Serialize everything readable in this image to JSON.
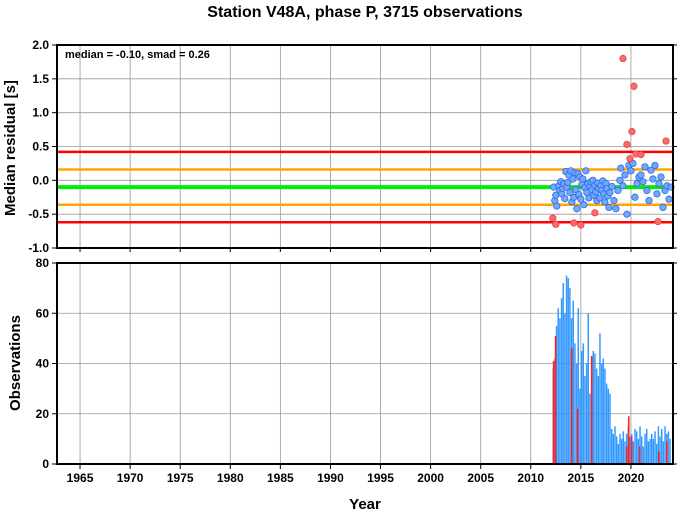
{
  "chart_data": [
    {
      "type": "scatter",
      "title": "Station V48A, phase P, 3715 observations",
      "xlabel": "",
      "ylabel": "Median residual [s]",
      "xlim": [
        1962.7,
        2024.2
      ],
      "ylim": [
        -1.0,
        2.0
      ],
      "grid": true,
      "yticks": [
        "-1.0",
        "-0.5",
        "0.0",
        "0.5",
        "1.0",
        "1.5",
        "2.0"
      ],
      "annotation": "median = -0.10, smad = 0.26",
      "hlines": [
        {
          "y": 0.42,
          "color": "#ff0000"
        },
        {
          "y": -0.62,
          "color": "#ff0000"
        },
        {
          "y": 0.16,
          "color": "#ffa500"
        },
        {
          "y": -0.36,
          "color": "#ffa500"
        },
        {
          "y": -0.1,
          "color": "#00ee00"
        }
      ],
      "series": [
        {
          "name": "within",
          "color": "#6fa8ff",
          "points": [
            [
              2012.3,
              -0.1
            ],
            [
              2012.4,
              -0.3
            ],
            [
              2012.5,
              -0.22
            ],
            [
              2012.6,
              -0.38
            ],
            [
              2012.8,
              -0.08
            ],
            [
              2012.9,
              -0.15
            ],
            [
              2013.0,
              -0.02
            ],
            [
              2013.1,
              -0.2
            ],
            [
              2013.2,
              -0.12
            ],
            [
              2013.3,
              -0.05
            ],
            [
              2013.4,
              -0.27
            ],
            [
              2013.5,
              0.13
            ],
            [
              2013.6,
              -0.1
            ],
            [
              2013.7,
              -0.03
            ],
            [
              2013.8,
              0.08
            ],
            [
              2013.9,
              -0.18
            ],
            [
              2014.0,
              0.14
            ],
            [
              2014.1,
              -0.32
            ],
            [
              2014.2,
              0.02
            ],
            [
              2014.3,
              -0.25
            ],
            [
              2014.4,
              0.11
            ],
            [
              2014.5,
              -0.14
            ],
            [
              2014.6,
              -0.42
            ],
            [
              2014.7,
              0.1
            ],
            [
              2014.8,
              -0.21
            ],
            [
              2014.9,
              0.05
            ],
            [
              2015.0,
              -0.28
            ],
            [
              2015.1,
              -0.06
            ],
            [
              2015.2,
              0.02
            ],
            [
              2015.3,
              -0.36
            ],
            [
              2015.4,
              -0.11
            ],
            [
              2015.5,
              0.14
            ],
            [
              2015.6,
              -0.18
            ],
            [
              2015.7,
              -0.05
            ],
            [
              2015.8,
              -0.26
            ],
            [
              2015.9,
              -0.09
            ],
            [
              2016.0,
              -0.02
            ],
            [
              2016.1,
              -0.14
            ],
            [
              2016.2,
              0.0
            ],
            [
              2016.3,
              -0.22
            ],
            [
              2016.4,
              -0.07
            ],
            [
              2016.5,
              -0.17
            ],
            [
              2016.6,
              -0.3
            ],
            [
              2016.7,
              -0.04
            ],
            [
              2016.8,
              -0.12
            ],
            [
              2016.9,
              -0.26
            ],
            [
              2017.0,
              -0.08
            ],
            [
              2017.1,
              -0.15
            ],
            [
              2017.2,
              -0.01
            ],
            [
              2017.3,
              -0.2
            ],
            [
              2017.4,
              -0.32
            ],
            [
              2017.5,
              -0.05
            ],
            [
              2017.6,
              -0.12
            ],
            [
              2017.7,
              -0.23
            ],
            [
              2017.8,
              -0.4
            ],
            [
              2017.9,
              -0.18
            ],
            [
              2018.1,
              -0.09
            ],
            [
              2018.3,
              -0.3
            ],
            [
              2018.5,
              -0.42
            ],
            [
              2018.7,
              -0.15
            ],
            [
              2018.9,
              0.0
            ],
            [
              2019.0,
              0.18
            ],
            [
              2019.2,
              -0.08
            ],
            [
              2019.4,
              0.08
            ],
            [
              2019.6,
              -0.5
            ],
            [
              2019.8,
              0.22
            ],
            [
              2020.0,
              0.14
            ],
            [
              2020.2,
              0.25
            ],
            [
              2020.4,
              -0.25
            ],
            [
              2020.6,
              -0.05
            ],
            [
              2020.8,
              0.05
            ],
            [
              2021.0,
              0.08
            ],
            [
              2021.2,
              -0.02
            ],
            [
              2021.4,
              0.2
            ],
            [
              2021.6,
              -0.15
            ],
            [
              2021.8,
              -0.3
            ],
            [
              2022.0,
              0.15
            ],
            [
              2022.2,
              0.02
            ],
            [
              2022.4,
              0.22
            ],
            [
              2022.6,
              -0.2
            ],
            [
              2022.8,
              -0.05
            ],
            [
              2023.0,
              0.05
            ],
            [
              2023.2,
              -0.4
            ],
            [
              2023.4,
              -0.15
            ],
            [
              2023.6,
              -0.08
            ],
            [
              2023.8,
              -0.28
            ],
            [
              2024.0,
              -0.1
            ]
          ]
        },
        {
          "name": "outliers",
          "color": "#ff6a6a",
          "points": [
            [
              2019.2,
              1.8
            ],
            [
              2020.3,
              1.39
            ],
            [
              2020.1,
              0.72
            ],
            [
              2019.6,
              0.53
            ],
            [
              2023.5,
              0.58
            ],
            [
              2019.9,
              0.32
            ],
            [
              2020.5,
              0.39
            ],
            [
              2021.0,
              0.38
            ],
            [
              2012.2,
              -0.56
            ],
            [
              2012.5,
              -0.65
            ],
            [
              2014.3,
              -0.63
            ],
            [
              2015.0,
              -0.66
            ],
            [
              2016.4,
              -0.48
            ],
            [
              2022.7,
              -0.61
            ]
          ]
        }
      ]
    },
    {
      "type": "bar",
      "xlabel": "Year",
      "ylabel": "Observations",
      "xlim": [
        1962.7,
        2024.2
      ],
      "ylim": [
        0,
        80
      ],
      "grid": true,
      "xticks": [
        "1965",
        "1970",
        "1975",
        "1980",
        "1985",
        "1990",
        "1995",
        "2000",
        "2005",
        "2010",
        "2015",
        "2020"
      ],
      "yticks": [
        "0",
        "20",
        "40",
        "60",
        "80"
      ],
      "bin_start": 2012.0,
      "bin_width_years": 0.1667,
      "color": "#3399ff",
      "values": [
        0,
        38,
        42,
        55,
        62,
        58,
        66,
        72,
        60,
        75,
        74,
        70,
        58,
        65,
        48,
        40,
        62,
        30,
        45,
        48,
        35,
        40,
        60,
        28,
        32,
        45,
        44,
        38,
        35,
        52,
        40,
        42,
        38,
        32,
        30,
        28,
        14,
        12,
        15,
        11,
        8,
        12,
        10,
        13,
        9,
        12,
        15,
        11,
        12,
        9,
        14,
        13,
        10,
        15,
        11,
        7,
        12,
        14,
        9,
        10,
        12,
        10,
        13,
        8,
        15,
        11,
        14,
        9,
        15,
        12,
        13,
        10
      ],
      "outlier_color": "#ff2020",
      "outlier_bars": [
        [
          2012.2,
          41
        ],
        [
          2012.4,
          51
        ],
        [
          2014.0,
          46
        ],
        [
          2014.6,
          22
        ],
        [
          2016.0,
          43
        ],
        [
          2019.5,
          7
        ],
        [
          2019.7,
          19
        ],
        [
          2020.0,
          11
        ],
        [
          2020.8,
          7
        ],
        [
          2022.7,
          5
        ],
        [
          2023.5,
          9
        ]
      ]
    }
  ]
}
